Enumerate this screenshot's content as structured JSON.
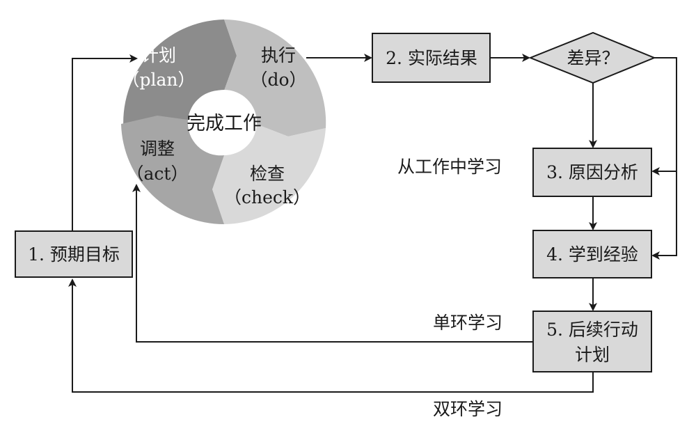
{
  "cycle": {
    "center": "完成工作",
    "plan": {
      "zh": "计划",
      "en": "（plan）"
    },
    "do": {
      "zh": "执行",
      "en": "（do）"
    },
    "check": {
      "zh": "检查",
      "en": "（check）"
    },
    "act": {
      "zh": "调整",
      "en": "（act）"
    }
  },
  "boxes": {
    "expected_goal": "1. 预期目标",
    "actual_result": "2. 实际结果",
    "difference": "差异？",
    "cause_analysis": "3. 原因分析",
    "lessons": "4. 学到经验",
    "followup_line1": "5. 后续行动",
    "followup_line2": "计划"
  },
  "labels": {
    "learn_from_work": "从工作中学习",
    "single_loop": "单环学习",
    "double_loop": "双环学习"
  },
  "colors": {
    "plan_segment": "#8c8c8c",
    "do_segment": "#bfbfbf",
    "check_segment": "#d9d9d9",
    "act_segment": "#a6a6a6",
    "box_fill": "#d9d9d9"
  }
}
